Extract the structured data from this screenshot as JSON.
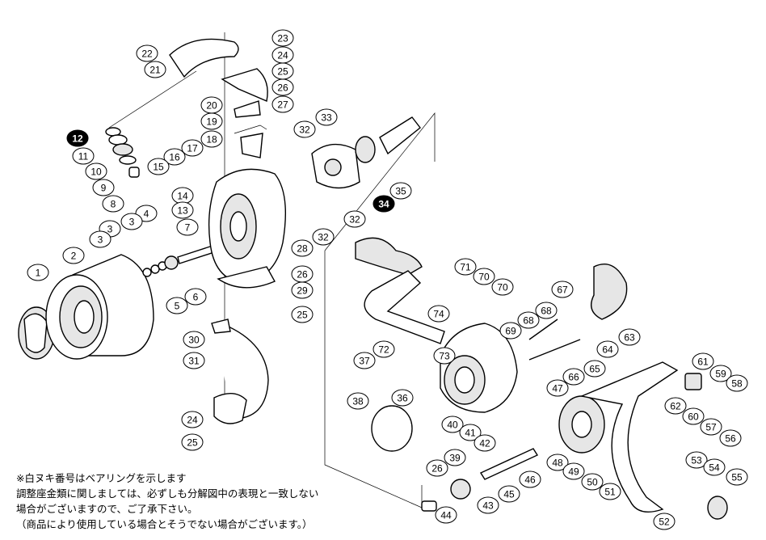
{
  "diagram": {
    "labels": [
      {
        "num": "23",
        "filled": false
      },
      {
        "num": "24",
        "filled": false
      },
      {
        "num": "22",
        "filled": false
      },
      {
        "num": "25",
        "filled": false
      },
      {
        "num": "21",
        "filled": false
      },
      {
        "num": "26",
        "filled": false
      },
      {
        "num": "27",
        "filled": false
      },
      {
        "num": "20",
        "filled": false
      },
      {
        "num": "19",
        "filled": false
      },
      {
        "num": "18",
        "filled": false
      },
      {
        "num": "17",
        "filled": false
      },
      {
        "num": "16",
        "filled": false
      },
      {
        "num": "15",
        "filled": false
      },
      {
        "num": "12",
        "filled": true
      },
      {
        "num": "11",
        "filled": false
      },
      {
        "num": "10",
        "filled": false
      },
      {
        "num": "9",
        "filled": false
      },
      {
        "num": "8",
        "filled": false
      },
      {
        "num": "32",
        "filled": false
      },
      {
        "num": "33",
        "filled": false
      },
      {
        "num": "34",
        "filled": true
      },
      {
        "num": "35",
        "filled": false
      },
      {
        "num": "14",
        "filled": false
      },
      {
        "num": "13",
        "filled": false
      },
      {
        "num": "7",
        "filled": false
      },
      {
        "num": "4",
        "filled": false
      },
      {
        "num": "3",
        "filled": false
      },
      {
        "num": "3",
        "filled": false
      },
      {
        "num": "3",
        "filled": false
      },
      {
        "num": "2",
        "filled": false
      },
      {
        "num": "1",
        "filled": false
      },
      {
        "num": "5",
        "filled": false
      },
      {
        "num": "6",
        "filled": false
      },
      {
        "num": "28",
        "filled": false
      },
      {
        "num": "26",
        "filled": false
      },
      {
        "num": "29",
        "filled": false
      },
      {
        "num": "25",
        "filled": false
      },
      {
        "num": "32",
        "filled": false
      },
      {
        "num": "32",
        "filled": false
      },
      {
        "num": "30",
        "filled": false
      },
      {
        "num": "31",
        "filled": false
      },
      {
        "num": "24",
        "filled": false
      },
      {
        "num": "25",
        "filled": false
      },
      {
        "num": "71",
        "filled": false
      },
      {
        "num": "70",
        "filled": false
      },
      {
        "num": "70",
        "filled": false
      },
      {
        "num": "67",
        "filled": false
      },
      {
        "num": "74",
        "filled": false
      },
      {
        "num": "68",
        "filled": false
      },
      {
        "num": "68",
        "filled": false
      },
      {
        "num": "69",
        "filled": false
      },
      {
        "num": "64",
        "filled": false
      },
      {
        "num": "63",
        "filled": false
      },
      {
        "num": "73",
        "filled": false
      },
      {
        "num": "72",
        "filled": false
      },
      {
        "num": "37",
        "filled": false
      },
      {
        "num": "65",
        "filled": false
      },
      {
        "num": "66",
        "filled": false
      },
      {
        "num": "38",
        "filled": false
      },
      {
        "num": "36",
        "filled": false
      },
      {
        "num": "47",
        "filled": false
      },
      {
        "num": "61",
        "filled": false
      },
      {
        "num": "59",
        "filled": false
      },
      {
        "num": "58",
        "filled": false
      },
      {
        "num": "62",
        "filled": false
      },
      {
        "num": "60",
        "filled": false
      },
      {
        "num": "57",
        "filled": false
      },
      {
        "num": "56",
        "filled": false
      },
      {
        "num": "40",
        "filled": false
      },
      {
        "num": "41",
        "filled": false
      },
      {
        "num": "42",
        "filled": false
      },
      {
        "num": "39",
        "filled": false
      },
      {
        "num": "26",
        "filled": false
      },
      {
        "num": "48",
        "filled": false
      },
      {
        "num": "49",
        "filled": false
      },
      {
        "num": "50",
        "filled": false
      },
      {
        "num": "51",
        "filled": false
      },
      {
        "num": "53",
        "filled": false
      },
      {
        "num": "54",
        "filled": false
      },
      {
        "num": "55",
        "filled": false
      },
      {
        "num": "46",
        "filled": false
      },
      {
        "num": "45",
        "filled": false
      },
      {
        "num": "43",
        "filled": false
      },
      {
        "num": "44",
        "filled": false
      },
      {
        "num": "52",
        "filled": false
      }
    ]
  },
  "notes": {
    "line1": "※白ヌキ番号はベアリングを示します",
    "line2": "調整座金類に関しましては、必ずしも分解図中の表現と一致しない",
    "line3": "場合がございますので、ご了承下さい。",
    "line4": "（商品により使用している場合とそうでない場合がございます。）"
  }
}
